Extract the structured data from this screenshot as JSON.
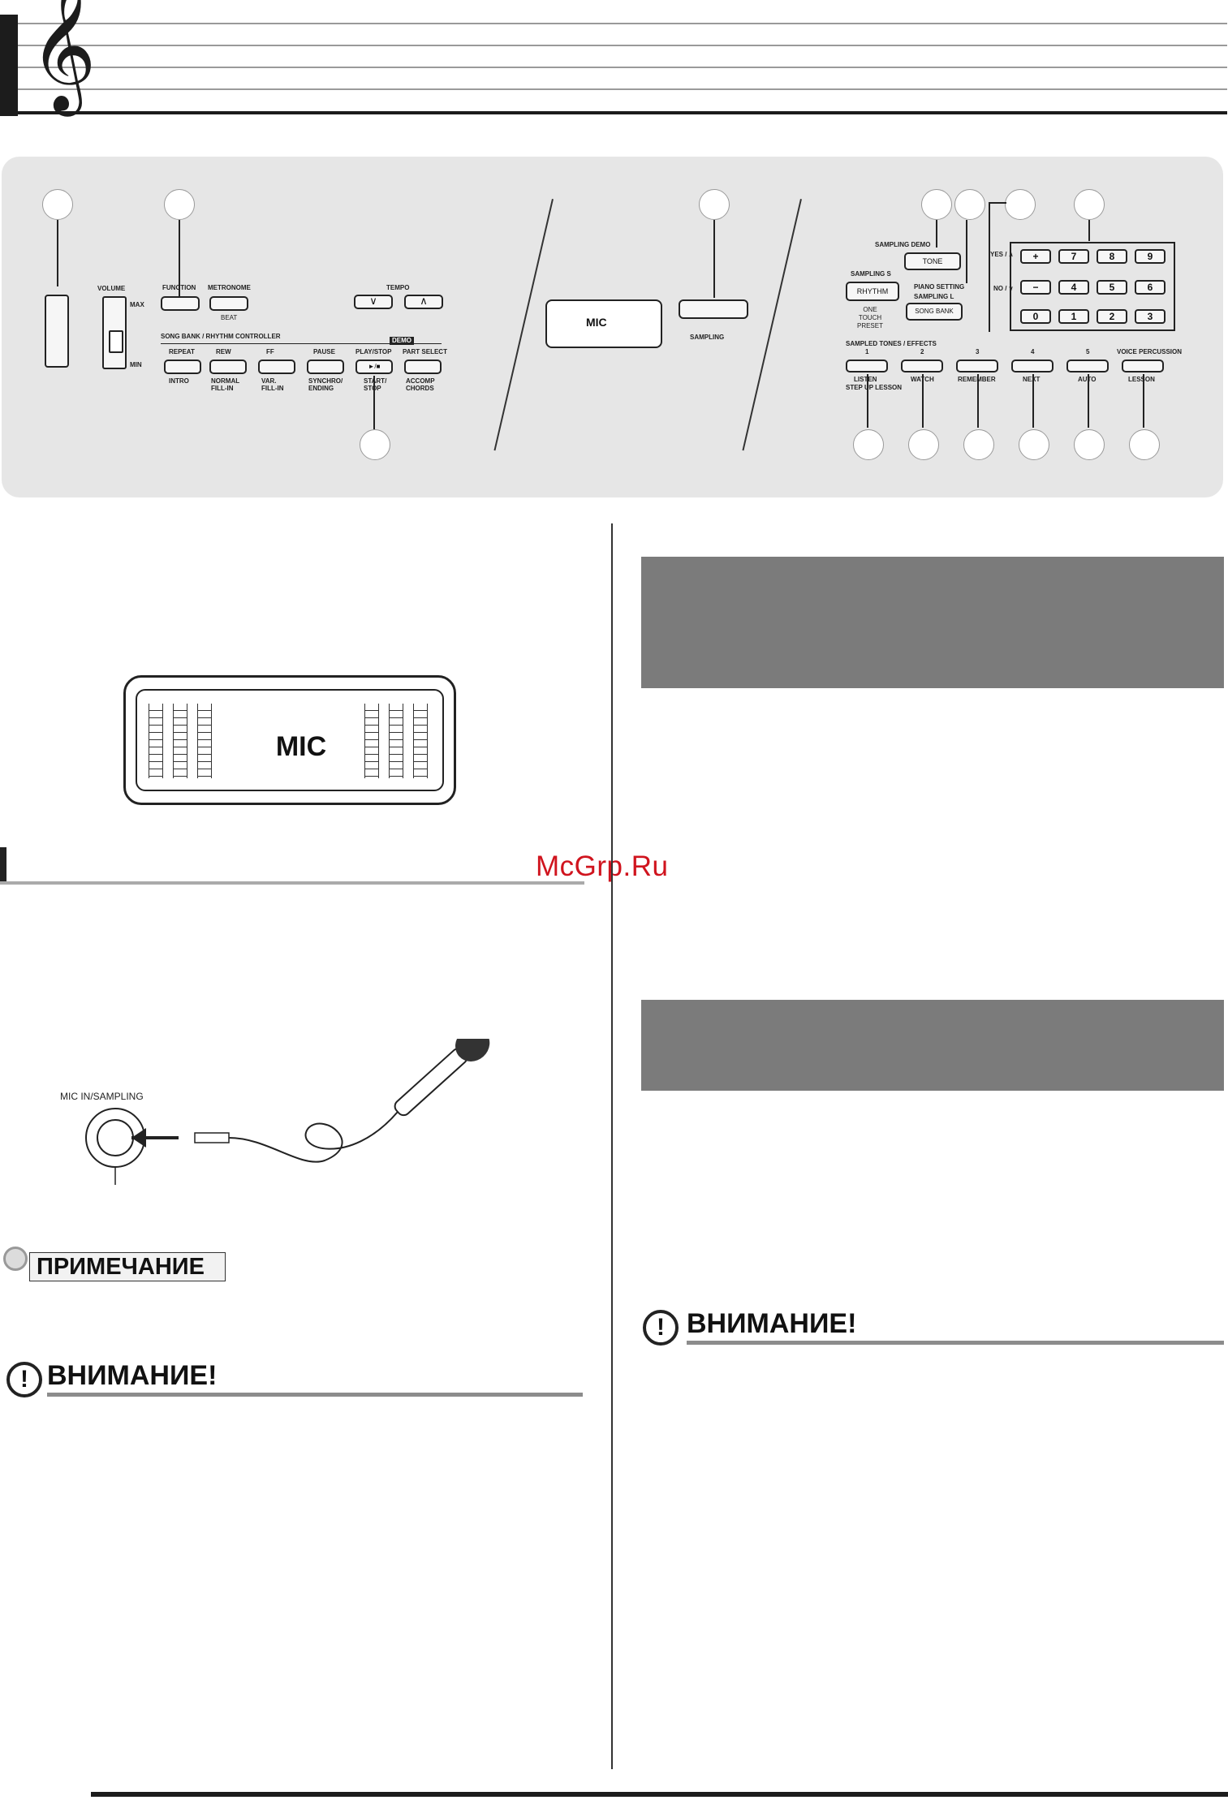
{
  "panel": {
    "power": "",
    "volume": {
      "label": "VOLUME",
      "max": "MAX",
      "min": "MIN"
    },
    "function_label": "FUNCTION",
    "metronome": {
      "label": "METRONOME",
      "sub": "BEAT"
    },
    "tempo_label": "TEMPO",
    "song_bank_controller": "SONG BANK / RHYTHM CONTROLLER",
    "demo": "DEMO",
    "controller_buttons": [
      {
        "top": "REPEAT",
        "bottom1": "INTRO",
        "bottom2": ""
      },
      {
        "top": "REW",
        "bottom1": "NORMAL",
        "bottom2": "FILL-IN"
      },
      {
        "top": "FF",
        "bottom1": "VAR.",
        "bottom2": "FILL-IN"
      },
      {
        "top": "PAUSE",
        "bottom1": "SYNCHRO/",
        "bottom2": "ENDING"
      },
      {
        "top": "PLAY/STOP",
        "bottom1": "START/",
        "bottom2": "STOP"
      },
      {
        "top": "PART SELECT",
        "bottom1": "ACCOMP",
        "bottom2": "CHORDS"
      }
    ],
    "play_glyph": "►/■",
    "mic_label": "MIC",
    "sampling_label": "SAMPLING",
    "sampling_demo": "SAMPLING DEMO",
    "tone_label": "TONE",
    "piano_setting": "PIANO SETTING",
    "sampling_s": "SAMPLING S",
    "rhythm_label": "RHYTHM",
    "one_touch_preset": "ONE TOUCH PRESET",
    "sampling_l": "SAMPLING L",
    "song_bank_label": "SONG BANK",
    "yes_label": "YES / ∧",
    "no_label": "NO / ∨",
    "keypad": [
      "+",
      "7",
      "8",
      "9",
      "−",
      "4",
      "5",
      "6",
      "0",
      "1",
      "2",
      "3"
    ],
    "sampled_tones": "SAMPLED TONES / EFFECTS",
    "voice_percussion": "VOICE PERCUSSION",
    "lesson_buttons": [
      {
        "num": "1",
        "label": "LISTEN"
      },
      {
        "num": "2",
        "label": "WATCH"
      },
      {
        "num": "3",
        "label": "REMEMBER"
      },
      {
        "num": "4",
        "label": "NEXT"
      },
      {
        "num": "5",
        "label": "AUTO"
      },
      {
        "num": "",
        "label": "LESSON"
      }
    ],
    "step_lesson": "STEP UP LESSON"
  },
  "mic_graphic_label": "MIC",
  "mic_in_label": "MIC IN/SAMPLING",
  "watermark": "McGrp.Ru",
  "note_title": "ПРИМЕЧАНИЕ",
  "warning_left": "ВНИМАНИЕ!",
  "warning_right": "ВНИМАНИЕ!",
  "warning_mark": "!"
}
